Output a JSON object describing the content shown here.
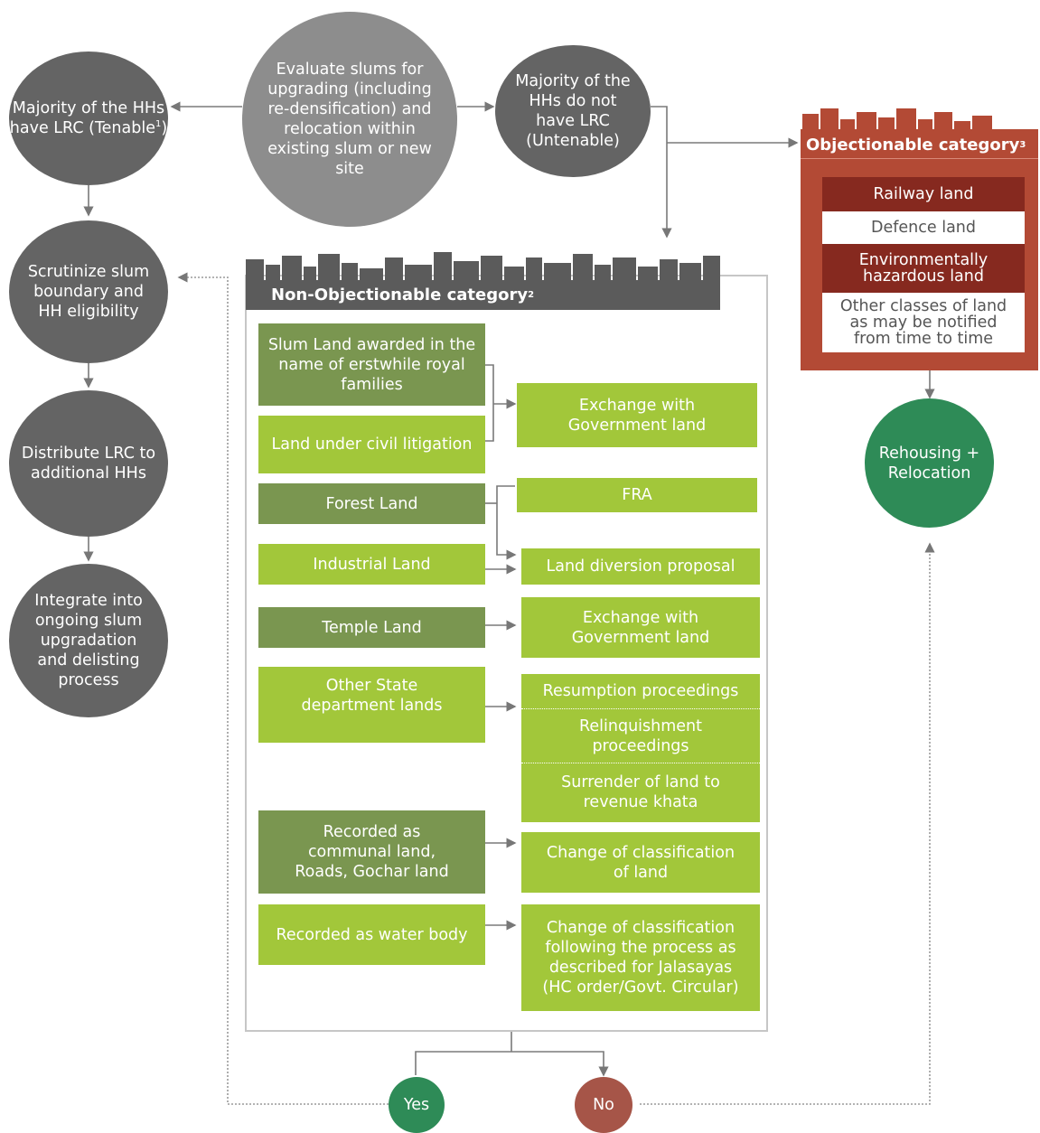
{
  "left_column": {
    "tenable": {
      "text": "Majority of the HHs have LRC (Tenable",
      "sup": "1",
      "close": ")"
    },
    "scrutinize": "Scrutinize slum boundary and HH eligibility",
    "distribute": "Distribute LRC to additional HHs",
    "integrate": "Integrate into ongoing slum upgradation and delisting process"
  },
  "top": {
    "evaluate": "Evaluate slums for upgrading (including re-densification) and relocation within existing slum or new site",
    "untenable": "Majority of the HHs do not have LRC (Untenable)"
  },
  "non_objectionable": {
    "title": "Non-Objectionable category",
    "title_sup": "2",
    "land_types": [
      "Slum Land awarded in the name of erstwhile royal families",
      "Land under civil litigation",
      "Forest Land",
      "Industrial Land",
      "Temple Land",
      "Other State department  lands",
      "Recorded as communal land, Roads, Gochar land",
      "Recorded as water body"
    ],
    "actions": {
      "exchange_1": "Exchange with Government land",
      "fra": "FRA",
      "diversion": "Land diversion proposal",
      "exchange_2": "Exchange with Government land",
      "resumption": "Resumption proceedings",
      "relinquishment": "Relinquishment proceedings",
      "surrender": "Surrender of land to revenue khata",
      "change_1": "Change of classification of land",
      "change_2": "Change of classification following the process as described for Jalasayas (HC order/Govt. Circular)"
    }
  },
  "objectionable": {
    "title": "Objectionable category",
    "title_sup": "3",
    "items": [
      "Railway land",
      "Defence land",
      "Environmentally hazardous land",
      "Other classes of land as may be notified from time to time"
    ]
  },
  "outcomes": {
    "rehousing": "Rehousing + Relocation",
    "yes": "Yes",
    "no": "No"
  },
  "colors": {
    "dark_grey": "#646464",
    "mid_grey": "#8d8d8d",
    "olive": "#7a9650",
    "lime": "#a2c73a",
    "green": "#2e8b57",
    "red": "#a65548",
    "maroon": "#86291f",
    "rust": "#b34a35"
  }
}
